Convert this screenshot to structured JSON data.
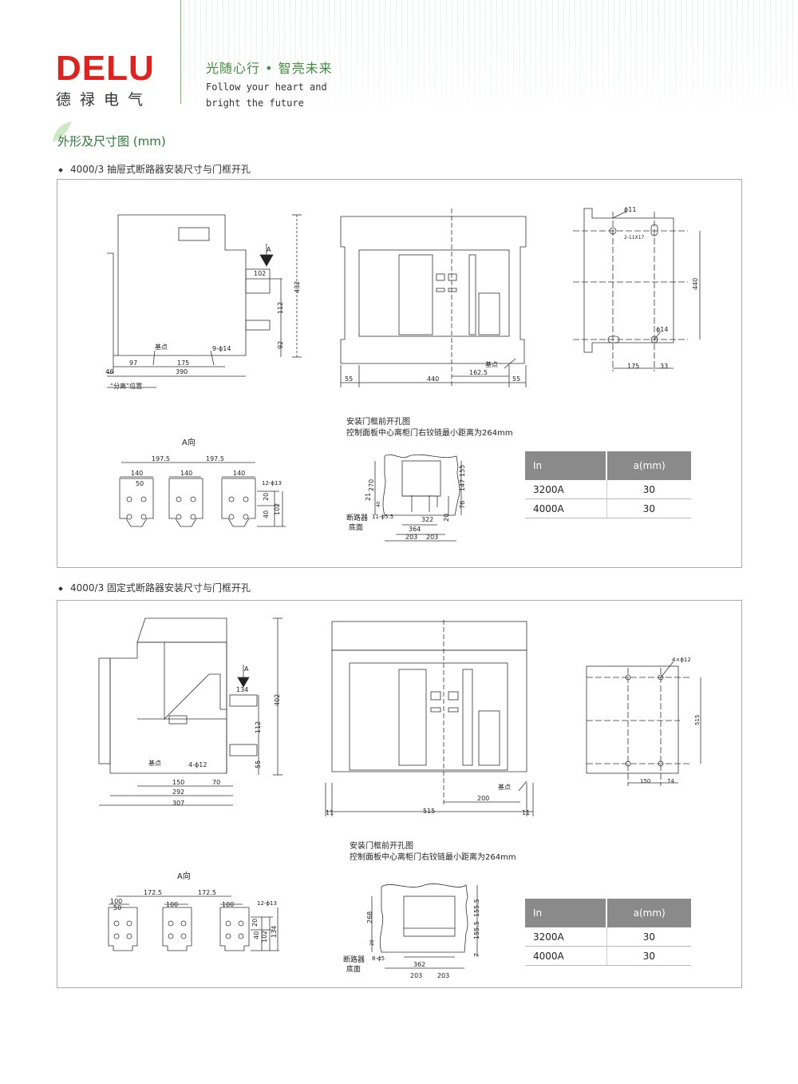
{
  "header": {
    "brand": "DELU",
    "brand_cn": "德禄电气",
    "slogan_cn": "光随心行 • 智亮未来",
    "slogan_en_1": "Follow your heart and",
    "slogan_en_2": "bright the future"
  },
  "section_title": "外形及尺寸图 (mm)",
  "colors": {
    "brand": "#e1211d",
    "accent": "#3e8e3a"
  },
  "drawout": {
    "subtitle": "4000/3 抽屉式断路器安装尺寸与门框开孔",
    "side": {
      "d102": "102",
      "d432": "432",
      "d112": "112",
      "d92": "92",
      "d97": "97",
      "d175": "175",
      "d390": "390",
      "d46": "46",
      "hole": "9-ϕ14",
      "ref": "基点",
      "pos": "“分离”位置",
      "arrow": "A"
    },
    "front": {
      "d55a": "55",
      "d440": "440",
      "d55b": "55",
      "d162": "162.5",
      "ref": "基点"
    },
    "mount": {
      "h11": "ϕ11",
      "slot": "2-11X17",
      "h14": "ϕ14",
      "d440": "440",
      "d175": "175",
      "d33": "33"
    },
    "aview": {
      "title": "A向",
      "d197a": "197.5",
      "d197b": "197.5",
      "d140a": "140",
      "d140b": "140",
      "d140c": "140",
      "d50": "50",
      "hole": "12-ϕ13",
      "d20": "20",
      "d40": "40",
      "d102": "102"
    },
    "door": {
      "title1": "安装门框前开孔图",
      "title2": "控制面板中心离柜门右铰链最小距离为264mm",
      "d270": "270",
      "d21": "21",
      "d40": "40",
      "d155": "155",
      "d147": "147",
      "d76": "76",
      "d20": "20",
      "hole": "11-ϕ5.5",
      "base1": "断路器",
      "base2": "底面",
      "d322": "322",
      "d364": "364",
      "d203a": "203",
      "d203b": "203"
    },
    "table": {
      "headers": [
        "In",
        "a(mm)"
      ],
      "rows": [
        [
          "3200A",
          "30"
        ],
        [
          "4000A",
          "30"
        ]
      ]
    }
  },
  "fixed": {
    "subtitle": "4000/3 固定式断路器安装尺寸与门框开孔",
    "side": {
      "d134": "134",
      "d402": "402",
      "d112": "112",
      "d55": "55",
      "d150": "150",
      "d70": "70",
      "d292": "292",
      "d307": "307",
      "hole": "4-ϕ12",
      "ref": "基点",
      "arrow": "A"
    },
    "front": {
      "d11a": "11",
      "d515": "515",
      "d11b": "11",
      "d200": "200",
      "ref": "基点"
    },
    "mount": {
      "hole": "4×ϕ12",
      "d515": "515",
      "d150": "150",
      "d74": "74"
    },
    "aview": {
      "title": "A向",
      "d172a": "172.5",
      "d172b": "172.5",
      "d100a": "100",
      "d100b": "100",
      "d100c": "100",
      "d50": "50",
      "hole": "12-ϕ13",
      "d20": "20",
      "d40": "40",
      "d102": "102",
      "d134": "134"
    },
    "door": {
      "title1": "安装门框前开孔图",
      "title2": "控制面板中心离柜门右铰链最小距离为264mm",
      "d268": "268",
      "d28": "28",
      "d155a": "155.5",
      "d155b": "155.5",
      "d7": "7",
      "hole": "8-ϕ5",
      "base1": "断路器",
      "base2": "底面",
      "d362": "362",
      "d203a": "203",
      "d203b": "203"
    },
    "table": {
      "headers": [
        "In",
        "a(mm)"
      ],
      "rows": [
        [
          "3200A",
          "30"
        ],
        [
          "4000A",
          "30"
        ]
      ]
    }
  }
}
